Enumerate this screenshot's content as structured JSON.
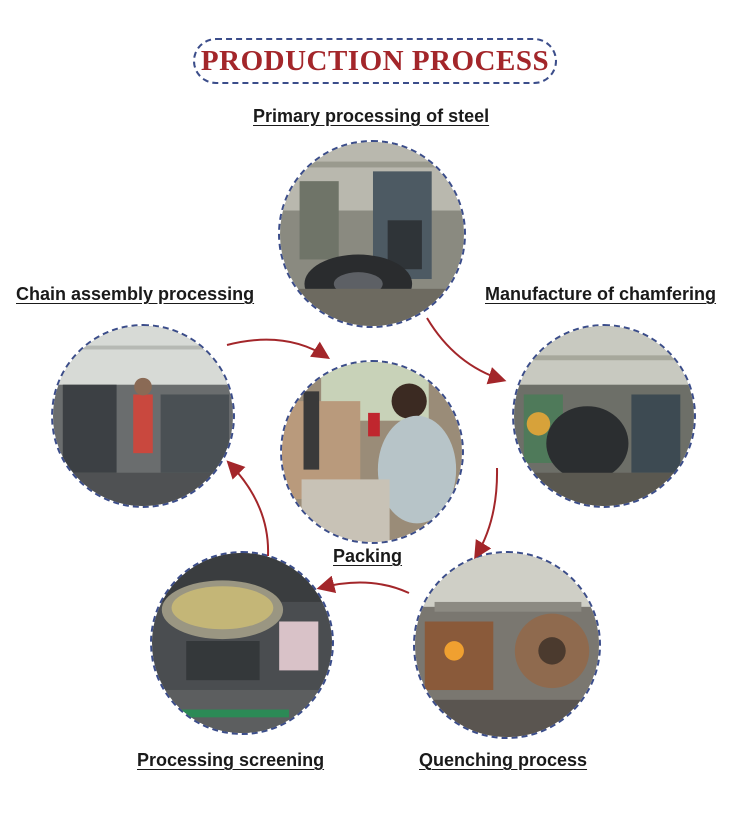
{
  "title": "PRODUCTION PROCESS",
  "colors": {
    "accent": "#a3262a",
    "border": "#3b4d8a"
  },
  "steps": [
    {
      "id": "primary",
      "label": "Primary processing of steel"
    },
    {
      "id": "chamfering",
      "label": "Manufacture of chamfering"
    },
    {
      "id": "quenching",
      "label": "Quenching process"
    },
    {
      "id": "screening",
      "label": "Processing screening"
    },
    {
      "id": "assembly",
      "label": "Chain assembly processing"
    },
    {
      "id": "packing",
      "label": "Packing"
    }
  ]
}
